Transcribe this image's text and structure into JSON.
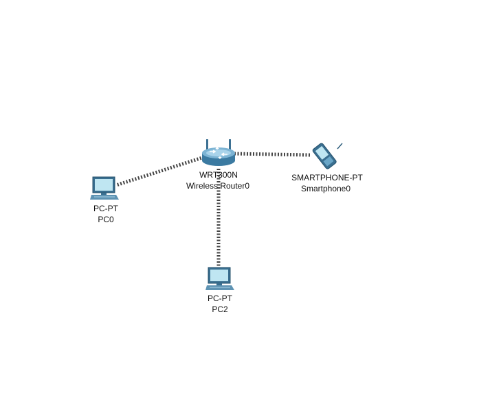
{
  "topology": {
    "devices": [
      {
        "id": "router",
        "icon": "wireless-router-icon",
        "model": "WRT300N",
        "name": "Wireless Router0"
      },
      {
        "id": "phone",
        "icon": "smartphone-icon",
        "model": "SMARTPHONE-PT",
        "name": "Smartphone0"
      },
      {
        "id": "pc0",
        "icon": "pc-icon",
        "model": "PC-PT",
        "name": "PC0"
      },
      {
        "id": "pc2",
        "icon": "pc-icon",
        "model": "PC-PT",
        "name": "PC2"
      }
    ],
    "links": [
      {
        "from": "router",
        "to": "pc0",
        "type": "wireless"
      },
      {
        "from": "router",
        "to": "phone",
        "type": "wireless"
      },
      {
        "from": "router",
        "to": "pc2",
        "type": "wireless"
      }
    ],
    "colors": {
      "link": "#444444",
      "router_body": "#4f8fb4",
      "monitor_screen": "#bfe6f2"
    }
  }
}
